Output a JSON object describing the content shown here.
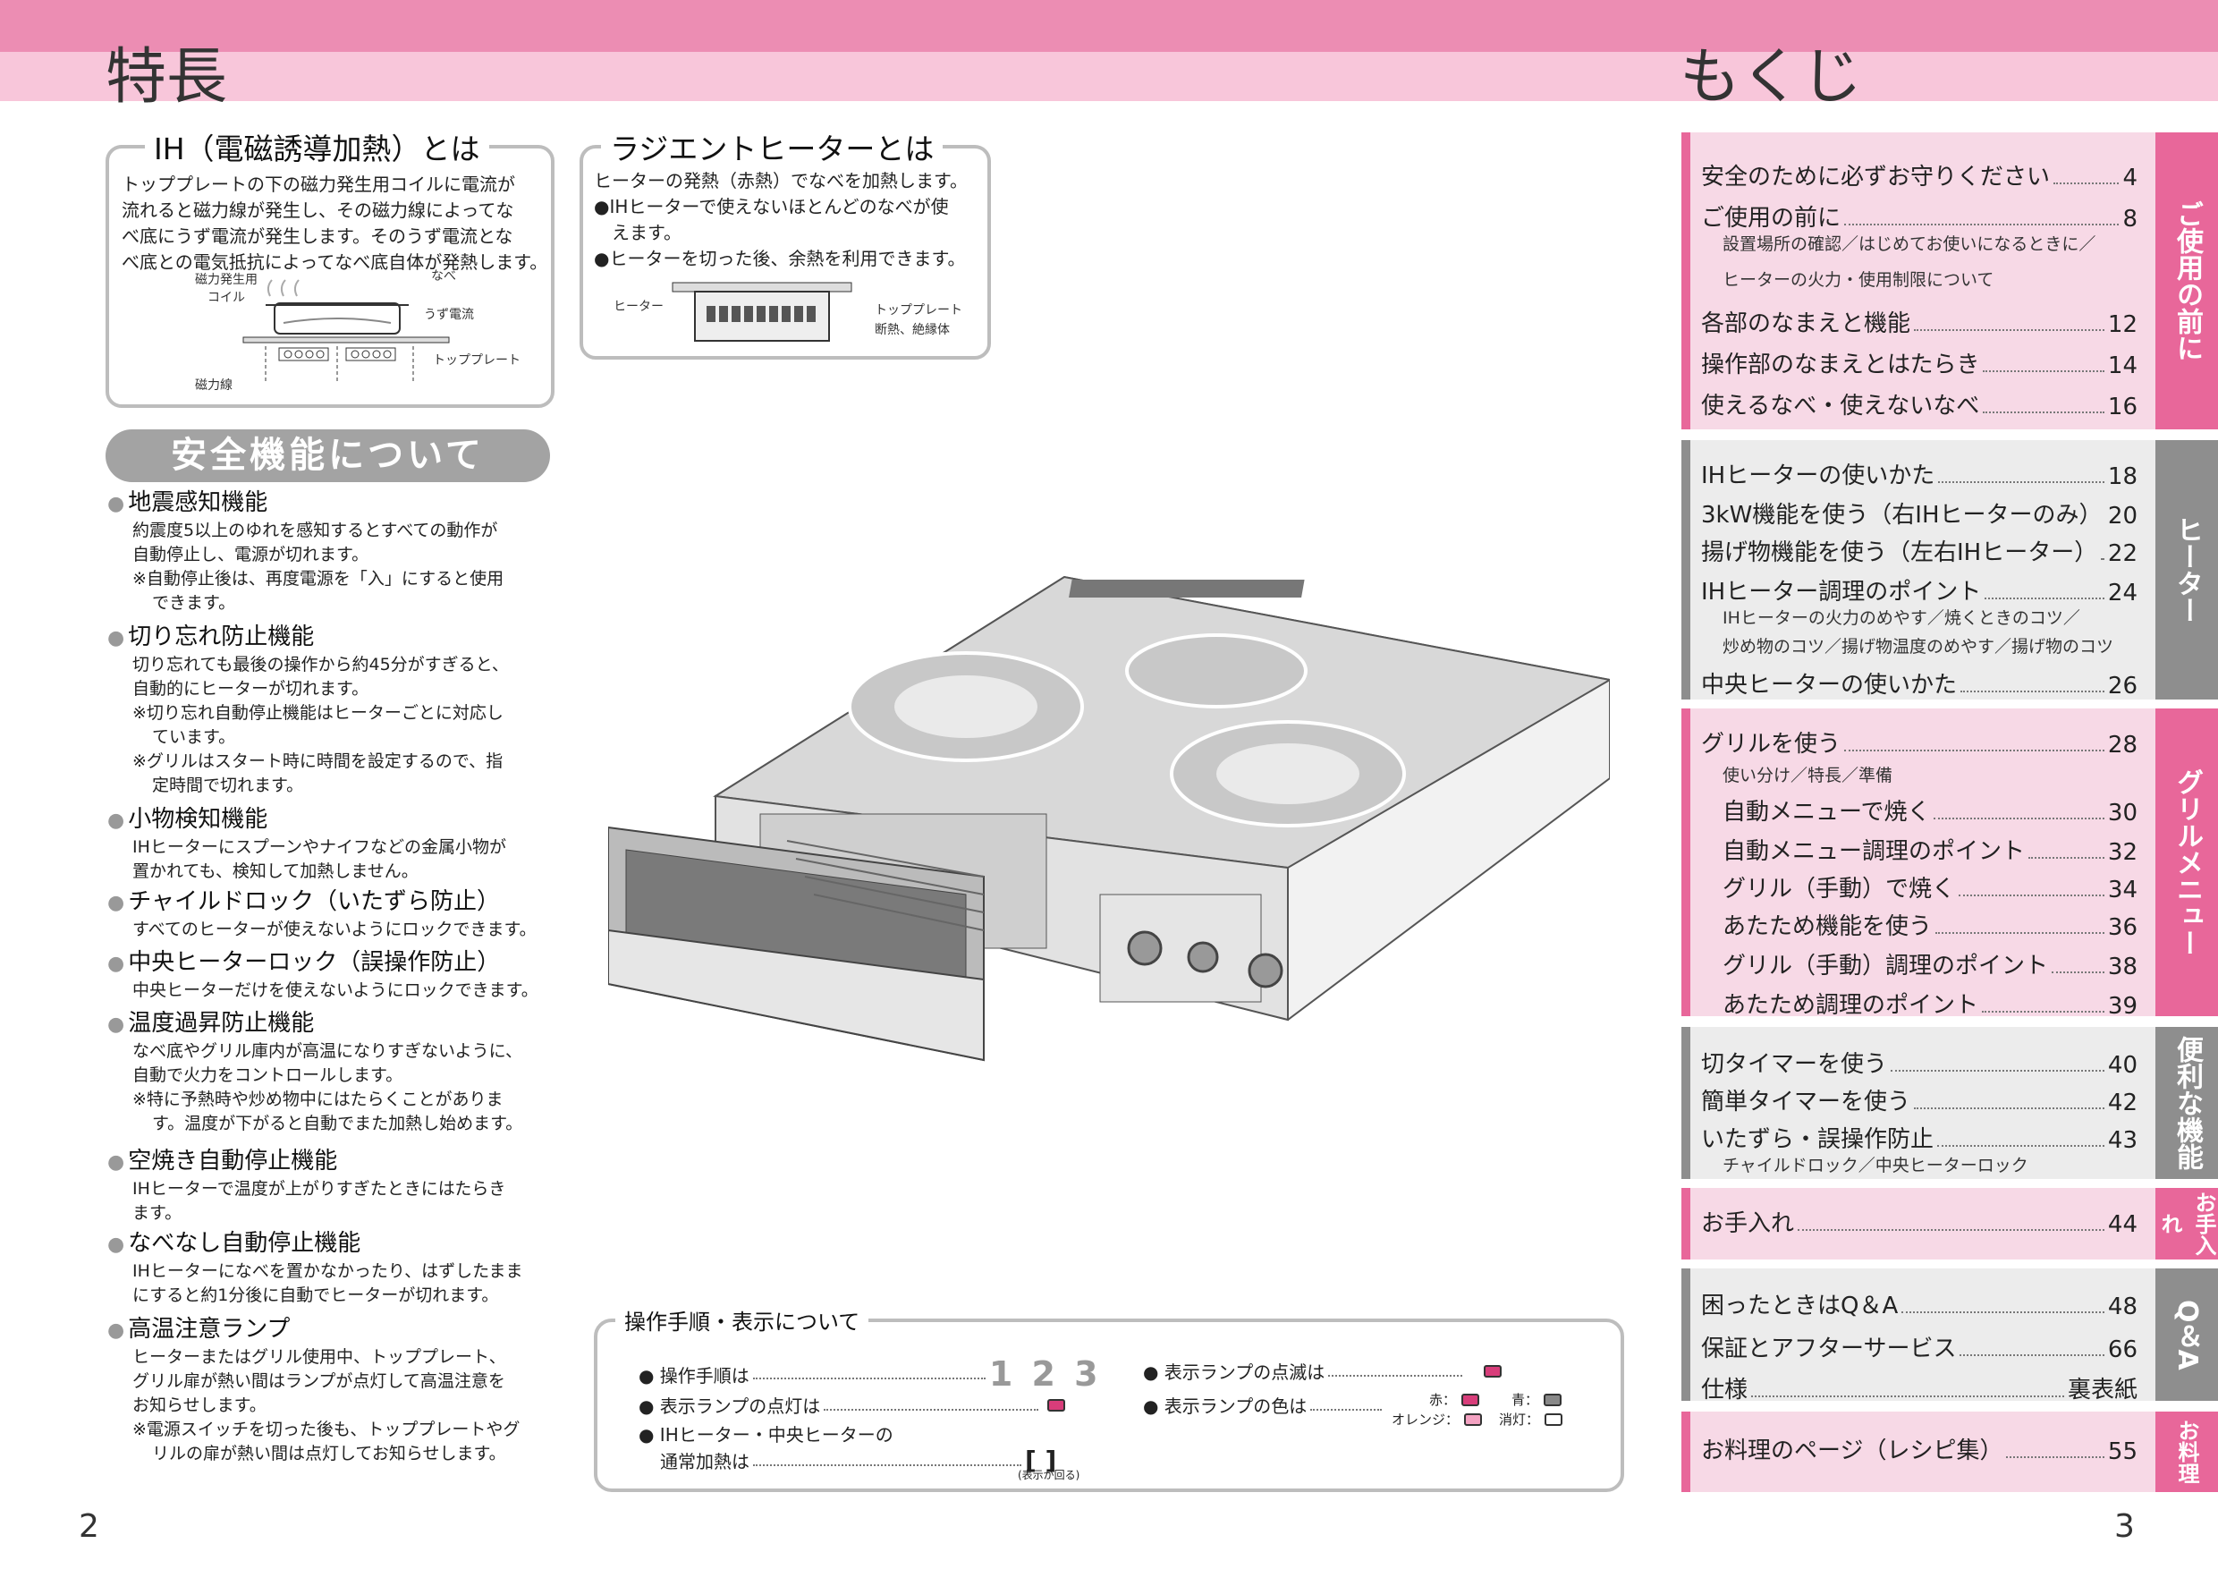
{
  "left_title": "特長",
  "right_title": "もくじ",
  "ih_box": {
    "title": "IH（電磁誘導加熱）とは",
    "lines": [
      "トッププレートの下の磁力発生用コイルに電流が",
      "流れると磁力線が発生し、その磁力線によってな",
      "べ底にうず電流が発生します。そのうず電流とな",
      "べ底との電気抵抗によってなべ底自体が発熱します。"
    ],
    "labels": {
      "coil": "磁力発生用",
      "coil2": "コイル",
      "pan": "なべ",
      "eddy": "うず電流",
      "plate": "トッププレート",
      "flux": "磁力線"
    }
  },
  "rad_box": {
    "title": "ラジエントヒーターとは",
    "lines": [
      "ヒーターの発熱（赤熱）でなべを加熱します。",
      "●IHヒーターで使えないほとんどのなべが使",
      "　えます。",
      "●ヒーターを切った後、余熱を利用できます。"
    ],
    "labels": {
      "heater": "ヒーター",
      "plate": "トッププレート",
      "insul": "断熱、絶縁体"
    }
  },
  "safety_heading": "安全機能について",
  "features": [
    {
      "title": "地震感知機能",
      "lines": [
        "約震度5以上のゆれを感知するとすべての動作が",
        "自動停止し、電源が切れます。"
      ],
      "notes": [
        "※自動停止後は、再度電源を「入」にすると使用",
        "できます。"
      ]
    },
    {
      "title": "切り忘れ防止機能",
      "lines": [
        "切り忘れても最後の操作から約45分がすぎると、",
        "自動的にヒーターが切れます。"
      ],
      "notes": [
        "※切り忘れ自動停止機能はヒーターごとに対応し",
        "ています。",
        "※グリルはスタート時に時間を設定するので、指",
        "定時間で切れます。"
      ]
    },
    {
      "title": "小物検知機能",
      "lines": [
        "IHヒーターにスプーンやナイフなどの金属小物が",
        "置かれても、検知して加熱しません。"
      ],
      "notes": []
    },
    {
      "title": "チャイルドロック（いたずら防止）",
      "lines": [
        "すべてのヒーターが使えないようにロックできます。"
      ],
      "notes": []
    },
    {
      "title": "中央ヒーターロック（誤操作防止）",
      "lines": [
        "中央ヒーターだけを使えないようにロックできます。"
      ],
      "notes": []
    },
    {
      "title": "温度過昇防止機能",
      "lines": [
        "なべ底やグリル庫内が高温になりすぎないように、",
        "自動で火力をコントロールします。"
      ],
      "notes": [
        "※特に予熱時や炒め物中にはたらくことがありま",
        "す。温度が下がると自動でまた加熱し始めます。"
      ]
    },
    {
      "title": "空焼き自動停止機能",
      "lines": [
        "IHヒーターで温度が上がりすぎたときにはたらき",
        "ます。"
      ],
      "notes": []
    },
    {
      "title": "なべなし自動停止機能",
      "lines": [
        "IHヒーターになべを置かなかったり、はずしたまま",
        "にすると約1分後に自動でヒーターが切れます。"
      ],
      "notes": []
    },
    {
      "title": "高温注意ランプ",
      "lines": [
        "ヒーターまたはグリル使用中、トッププレート、",
        "グリル扉が熱い間はランプが点灯して高温注意を",
        "お知らせします。"
      ],
      "notes": [
        "※電源スイッチを切った後も、トッププレートやグ",
        "リルの扉が熱い間は点灯してお知らせします。"
      ]
    }
  ],
  "legend": {
    "title": "操作手順・表示について",
    "step": "● 操作手順は",
    "step_val": "1 2 3",
    "lit": "● 表示ランプの点灯は",
    "blink": "● 表示ランプの点滅は",
    "colors": "● 表示ランプの色は",
    "normal1": "● IHヒーター・中央ヒーターの",
    "normal2": "通常加熱は",
    "normal_note": "(表示が回る)",
    "red": "赤：",
    "blue": "青：",
    "orange": "オレンジ：",
    "off": "消灯："
  },
  "page_left": "2",
  "page_right": "3",
  "toc": {
    "sections": [
      {
        "tab": "ご使用の前に",
        "tab_color": "#e8679a",
        "rows": [
          {
            "t": "安全のために必ずお守りください",
            "p": "4"
          },
          {
            "t": "ご使用の前に",
            "p": "8"
          },
          {
            "sub": "設置場所の確認／はじめてお使いになるときに／"
          },
          {
            "sub": "ヒーターの火力・使用制限について"
          },
          {
            "t": "各部のなまえと機能",
            "p": "12"
          },
          {
            "t": "操作部のなまえとはたらき",
            "p": "14"
          },
          {
            "t": "使えるなべ・使えないなべ",
            "p": "16"
          }
        ]
      },
      {
        "tab": "ヒーター",
        "tab_color": "#8e8e8e",
        "rows": [
          {
            "t": "IHヒーターの使いかた",
            "p": "18"
          },
          {
            "t": "3kW機能を使う（右IHヒーターのみ）",
            "p": "20"
          },
          {
            "t": "揚げ物機能を使う（左右IHヒーター）",
            "p": "22"
          },
          {
            "t": "IHヒーター調理のポイント",
            "p": "24"
          },
          {
            "sub": "IHヒーターの火力のめやす／焼くときのコツ／"
          },
          {
            "sub": "炒め物のコツ／揚げ物温度のめやす／揚げ物のコツ"
          },
          {
            "t": "中央ヒーターの使いかた",
            "p": "26"
          }
        ]
      },
      {
        "tab": "グリルメニュー",
        "tab_color": "#e8679a",
        "rows": [
          {
            "t": "グリルを使う",
            "p": "28"
          },
          {
            "sub": "使い分け／特長／準備"
          },
          {
            "t": "自動メニューで焼く",
            "p": "30",
            "ind": true
          },
          {
            "t": "自動メニュー調理のポイント",
            "p": "32",
            "ind": true
          },
          {
            "t": "グリル（手動）で焼く",
            "p": "34",
            "ind": true
          },
          {
            "t": "あたため機能を使う",
            "p": "36",
            "ind": true
          },
          {
            "t": "グリル（手動）調理のポイント",
            "p": "38",
            "ind": true
          },
          {
            "t": "あたため調理のポイント",
            "p": "39",
            "ind": true
          }
        ]
      },
      {
        "tab": "便利な機能",
        "tab_color": "#8e8e8e",
        "rows": [
          {
            "t": "切タイマーを使う",
            "p": "40"
          },
          {
            "t": "簡単タイマーを使う",
            "p": "42"
          },
          {
            "t": "いたずら・誤操作防止",
            "p": "43"
          },
          {
            "sub": "チャイルドロック／中央ヒーターロック"
          }
        ]
      },
      {
        "tab": "お手入れ",
        "tab_color": "#e8679a",
        "rows": [
          {
            "t": "お手入れ",
            "p": "44"
          }
        ]
      },
      {
        "tab": "Q＆A",
        "tab_color": "#8e8e8e",
        "rows": [
          {
            "t": "困ったときはQ＆A",
            "p": "48"
          },
          {
            "t": "保証とアフターサービス",
            "p": "66"
          },
          {
            "t": "仕様",
            "p": "裏表紙"
          }
        ]
      },
      {
        "tab": "お料理",
        "tab_color": "#e8679a",
        "rows": [
          {
            "t": "お料理のページ（レシピ集）",
            "p": "55"
          }
        ]
      }
    ]
  },
  "colors": {
    "pink": "#e8679a",
    "gray": "#8e8e8e",
    "lamp": "#d83d7a"
  }
}
